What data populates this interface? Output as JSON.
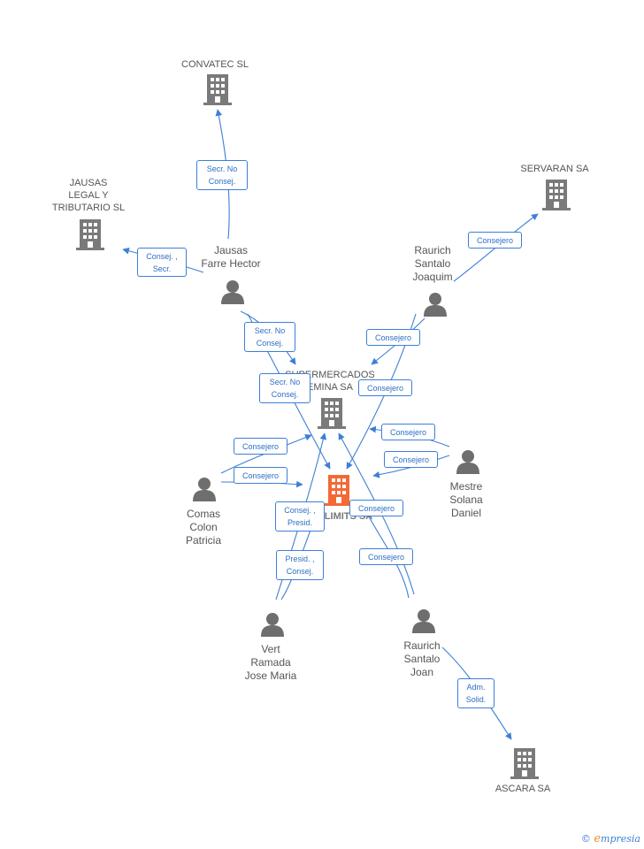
{
  "companies": {
    "convatec": {
      "label": "CONVATEC SL"
    },
    "jausas": {
      "label": "JAUSAS\nLEGAL Y\nTRIBUTARIO SL"
    },
    "servaran": {
      "label": "SERVARAN SA"
    },
    "supermercados": {
      "label": "SUPERMERCADOS\nEMINA SA"
    },
    "limits": {
      "label": "LIMITS SA"
    },
    "ascara": {
      "label": "ASCARA SA"
    }
  },
  "persons": {
    "jausas_farre": {
      "label": "Jausas\nFarre Hector"
    },
    "raurich_joaquim": {
      "label": "Raurich\nSantalo\nJoaquim"
    },
    "comas": {
      "label": "Comas\nColon\nPatricia"
    },
    "mestre": {
      "label": "Mestre\nSolana\nDaniel"
    },
    "vert": {
      "label": "Vert\nRamada\nJose Maria"
    },
    "raurich_joan": {
      "label": "Raurich\nSantalo\nJoan"
    }
  },
  "relations": [
    {
      "label": "Secr.  No\nConsej."
    },
    {
      "label": "Consej. ,\nSecr."
    },
    {
      "label": "Consejero"
    },
    {
      "label": "Secr.  No\nConsej."
    },
    {
      "label": "Secr.  No\nConsej."
    },
    {
      "label": "Consejero"
    },
    {
      "label": "Consejero"
    },
    {
      "label": "Consejero"
    },
    {
      "label": "Consejero"
    },
    {
      "label": "Consejero"
    },
    {
      "label": "Consejero"
    },
    {
      "label": "Consej. ,\nPresid."
    },
    {
      "label": "Presid. ,\nConsej."
    },
    {
      "label": "Consejero"
    },
    {
      "label": "Consejero"
    },
    {
      "label": "Adm.\nSolid."
    }
  ],
  "colors": {
    "edge": "#3d7fd6",
    "building": "#7a7a7a",
    "focus_building": "#f26a35",
    "person": "#6e6e6e"
  },
  "brand": {
    "copyright": "©",
    "e": "e",
    "rest": "mpresia"
  }
}
